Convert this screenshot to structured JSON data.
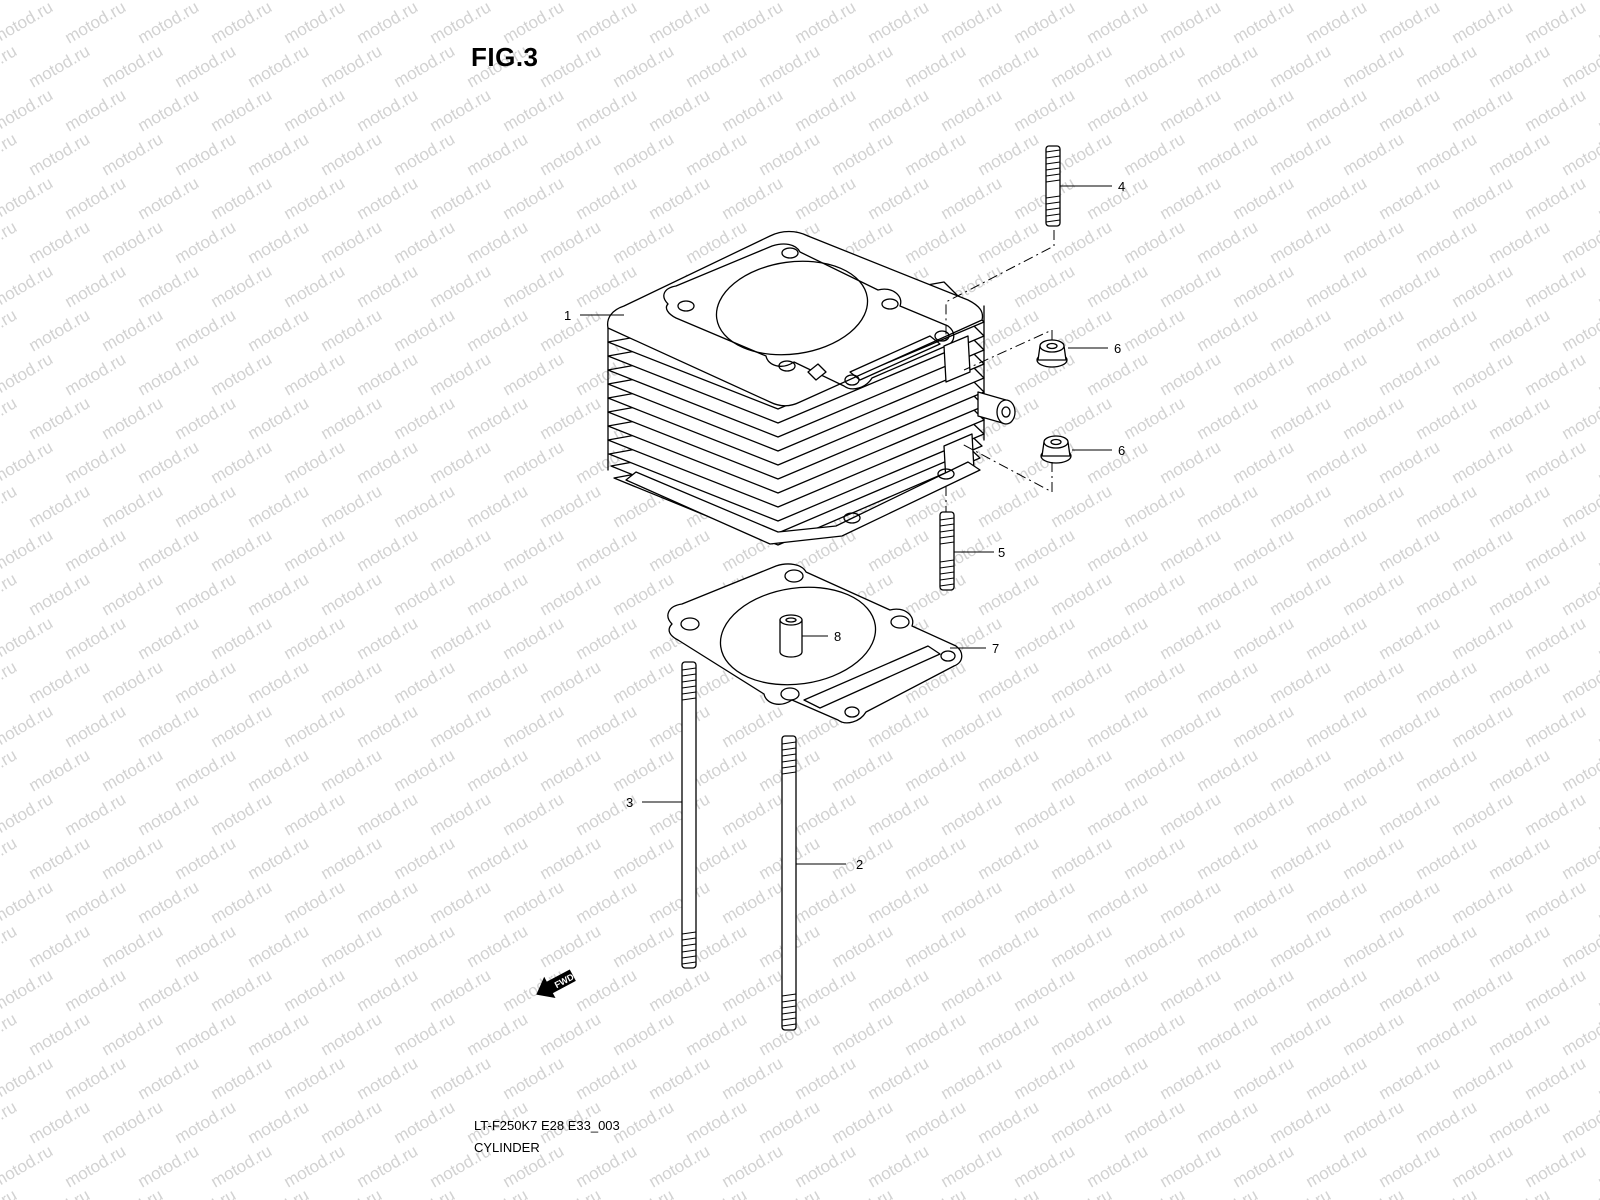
{
  "figure": {
    "title": "FIG.3",
    "code": "LT-F250K7 E28 E33_003",
    "name": "CYLINDER"
  },
  "watermark": {
    "text": "motod.ru",
    "color": "#d2d2d2"
  },
  "fwd_label": "FWD",
  "callouts": {
    "c1": "1",
    "c2": "2",
    "c3": "3",
    "c4": "4",
    "c5": "5",
    "c6a": "6",
    "c6b": "6",
    "c7": "7",
    "c8": "8"
  },
  "colors": {
    "line": "#000000",
    "background": "#ffffff"
  }
}
